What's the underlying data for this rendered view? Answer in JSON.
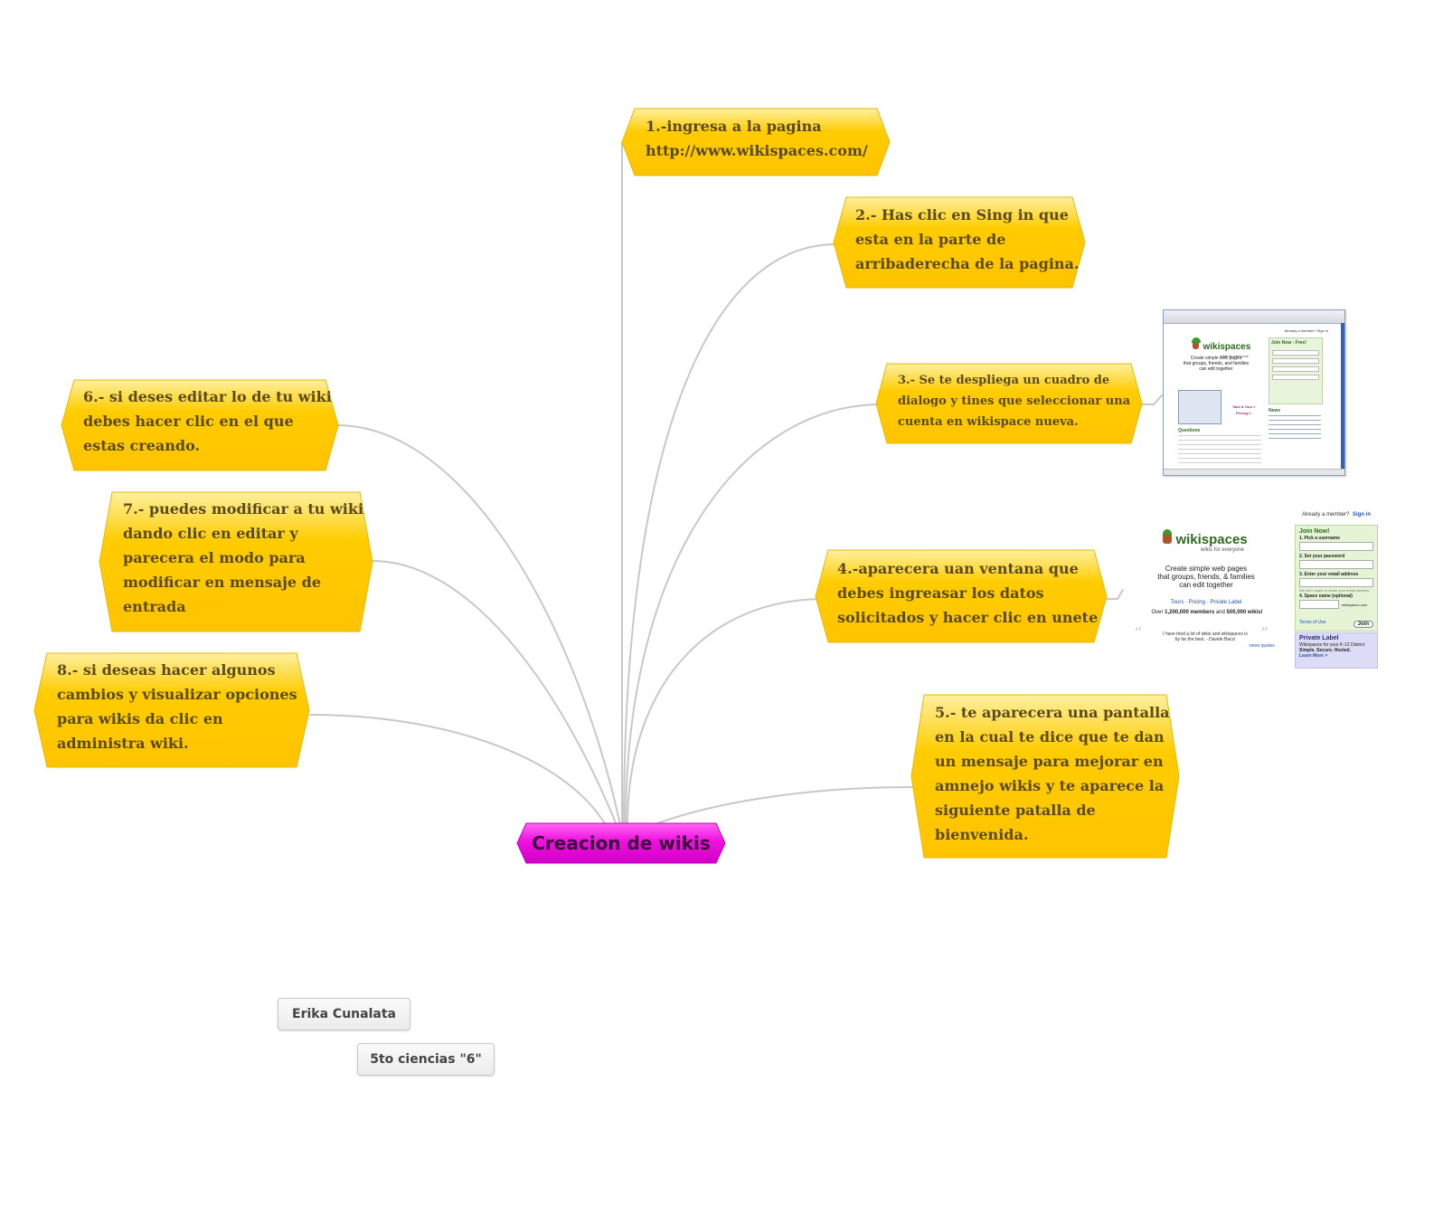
{
  "colors": {
    "central_fill": "#f010e0",
    "node_fill": "#ffcc00",
    "link": "#c8c8c8",
    "wiki_green": "#2e6a1e",
    "link_blue": "#2255aa"
  },
  "central": {
    "text": "Creacion de wikis"
  },
  "steps": [
    {
      "id": "step-1",
      "text": "1.-ingresa a la pagina\nhttp://www.wikispaces.com/"
    },
    {
      "id": "step-2",
      "text": "2.- Has clic en Sing in  que\nesta en la parte de\narribaderecha de la pagina."
    },
    {
      "id": "step-3",
      "text": "3.- Se te despliega un cuadro de\ndialogo y tines que seleccionar una\ncuenta en wikispace nueva."
    },
    {
      "id": "step-4",
      "text": "4.-aparecera uan ventana que\ndebes ingreasar los datos\nsolicitados y hacer clic en unete"
    },
    {
      "id": "step-5",
      "text": "5.- te aparecera una pantalla\nen la cual te dice que te dan\nun mensaje para mejorar en\namnejo wikis y te aparece la\nsiguiente patalla de\nbienvenida."
    },
    {
      "id": "step-6",
      "text": "6.- si deses editar lo de tu wiki\ndebes hacer clic en el que\nestas creando."
    },
    {
      "id": "step-7",
      "text": "7.- puedes modificar a tu wiki\ndando clic en editar y\nparecera el modo para\nmodificar en mensaje de\nentrada"
    },
    {
      "id": "step-8",
      "text": "8.- si deseas hacer algunos\ncambios y visualizar opciones\npara wikis da clic en\nadministra wiki."
    }
  ],
  "labels": {
    "author": "Erika Cunalata",
    "course": "5to ciencias \"6\""
  },
  "thumb_small": {
    "brand": "wikispaces",
    "tagline": "wikis for everyone",
    "headline": "Create simple web pages\nthat groups, friends, and families\ncan edit together",
    "join_title": "Join Now - Free!",
    "take_tour": "Take A Tour >",
    "pricing": "Pricing >",
    "questions": "Questions",
    "news": "News",
    "already_member": "Already a member? Sign in"
  },
  "thumb_large": {
    "already_member": "Already a member?",
    "sign_in": "Sign in",
    "brand": "wikispaces",
    "tagline": "wikis for everyone",
    "headline": "Create simple web pages\nthat groups, friends, & families\ncan edit together",
    "links": "Tours · Pricing · Private Label",
    "members_pre": "Over ",
    "members_count": "1,200,000 members",
    "members_and": " and ",
    "wikis_count": "500,000 wikis!",
    "quote": "I have tried a lot of wikis and wikispaces is\nby far the best. - Davide Bacci",
    "more_quotes": "more quotes",
    "join_title": "Join Now!",
    "field_1": "1. Pick a username",
    "field_2": "2. Set your password",
    "field_3": "3. Enter your email address",
    "email_note": "We don't spam or share your email address.",
    "field_4": "4. Space name (optional)",
    "domain": ".wikispaces.com",
    "terms": "Terms of Use",
    "join_button": "Join",
    "pl_title": "Private Label",
    "pl_line1": "Wikispaces for your K-12 District",
    "pl_line2": "Simple. Secure. Hosted.",
    "pl_more": "Learn More >"
  }
}
